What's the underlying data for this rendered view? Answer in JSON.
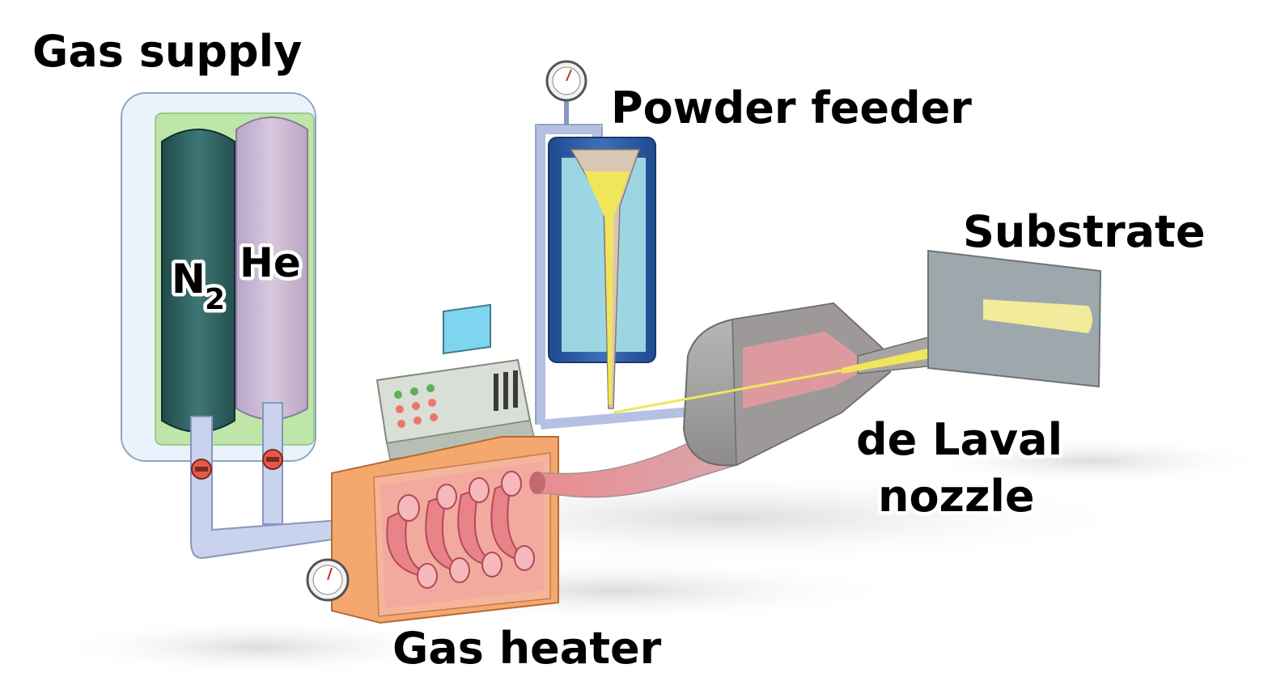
{
  "labels": {
    "gas_supply": "Gas supply",
    "n2_main": "N",
    "n2_sub": "2",
    "he": "He",
    "powder_feeder": "Powder feeder",
    "substrate": "Substrate",
    "nozzle_line1": "de Laval",
    "nozzle_line2": "nozzle",
    "gas_heater": "Gas heater"
  },
  "colors": {
    "n2_cylinder": "#2f5f5f",
    "he_cylinder": "#c9b6d6",
    "cabinet_inner": "#b9e6a6",
    "pipe": "#bcc8e6",
    "heater_body": "#f4a26a",
    "heater_coils": "#e8838a",
    "feeder_body": "#2b5aa0",
    "powder": "#f1e65a",
    "nozzle": "#a9a6a6",
    "substrate": "#9fa9ad"
  }
}
